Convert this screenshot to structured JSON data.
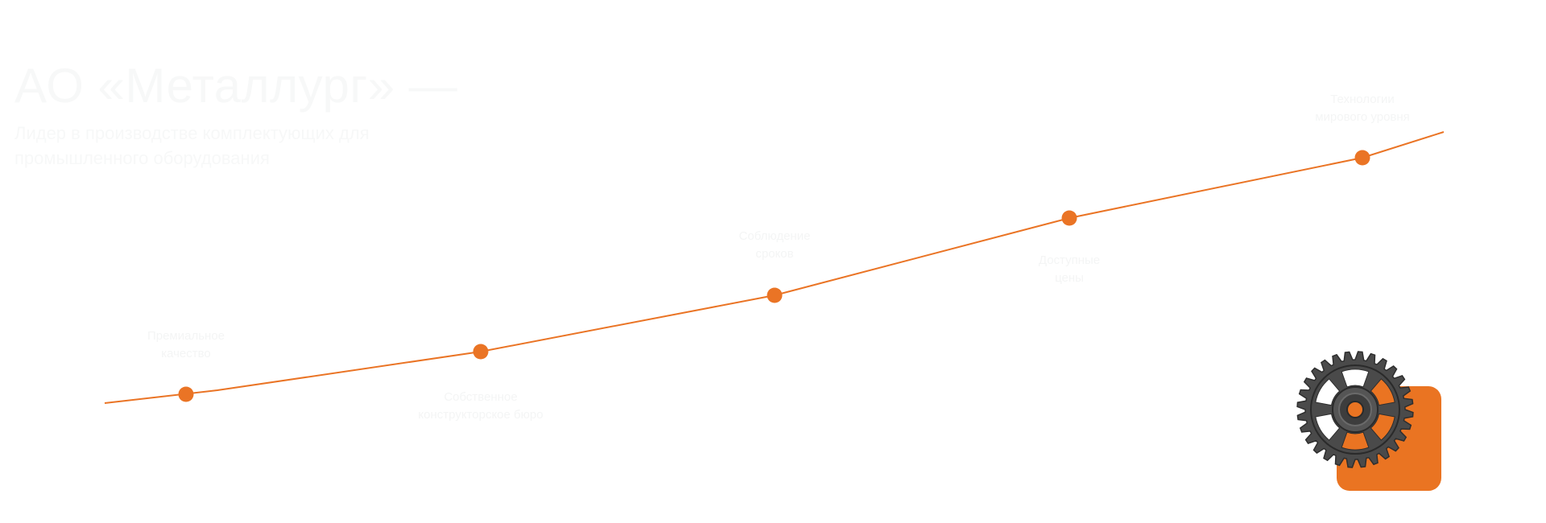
{
  "hero": {
    "title": "АО «Металлург» —",
    "subtitle": "Лидер в производстве комплектующих для промышленного оборудования"
  },
  "timeline": {
    "accent_color": "#ea7425",
    "milestones": [
      {
        "label": "Премиальное\nкачество"
      },
      {
        "label": "Собственное\nконструкторское бюро"
      },
      {
        "label": "Соблюдение\nсроков"
      },
      {
        "label": "Доступные\nцены"
      },
      {
        "label": "Технологии\nмирового уровня"
      }
    ]
  },
  "logo": {
    "icon": "gear-icon",
    "badge_color": "#ea7422",
    "gear_color": "#4a4a4a"
  }
}
